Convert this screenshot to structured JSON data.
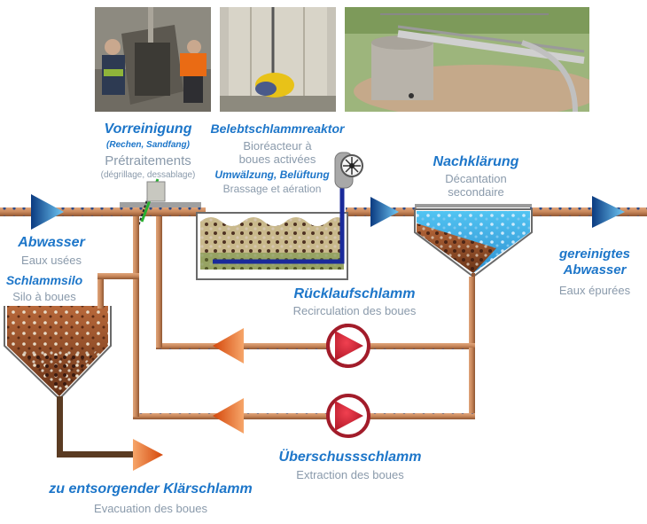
{
  "colors": {
    "german_label": "#1d76c9",
    "french_label": "#8a9aab",
    "pipe": "#c8875a",
    "sludge": "#8b4a22",
    "water": "#4fb3e8",
    "pump": "#a21c2a",
    "arrow_orange": "#e65a10",
    "arrow_blue": "#1450a0"
  },
  "photos": [
    {
      "name": "pretreatment-photo",
      "icon": "workers-at-screen-channel"
    },
    {
      "name": "reactor-photo",
      "icon": "aerator-in-basin"
    },
    {
      "name": "clarifier-photo",
      "icon": "circular-clarifier-bridge"
    }
  ],
  "labels": {
    "vorreinigung": "Vorreinigung",
    "vorreinigung_sub": "(Rechen, Sandfang)",
    "pretraitements": "Prétraitements",
    "pretraitements_sub": "(dégrillage, dessablage)",
    "reaktor": "Belebtschlammreaktor",
    "bioreacteur": "Bioréacteur à",
    "boues_activees": "boues activées",
    "umwaelzung": "Umwälzung,  Belüftung",
    "brassage": "Brassage et aération",
    "nachklaerung": "Nachklärung",
    "decantation": "Décantation",
    "secondaire": "secondaire",
    "abwasser": "Abwasser",
    "eaux_usees": "Eaux usées",
    "gereinigtes": "gereinigtes",
    "abwasser2": "Abwasser",
    "eaux_epurees": "Eaux épurées",
    "schlammsilo": "Schlammsilo",
    "silo_boues": "Silo à boues",
    "ruecklauf": "Rücklaufschlamm",
    "recirculation": "Recirculation des boues",
    "ueberschuss": "Überschussschlamm",
    "extraction": "Extraction des boues",
    "entsorgen": "zu entsorgender Klärschlamm",
    "evacuation": "Evacuation des boues"
  }
}
